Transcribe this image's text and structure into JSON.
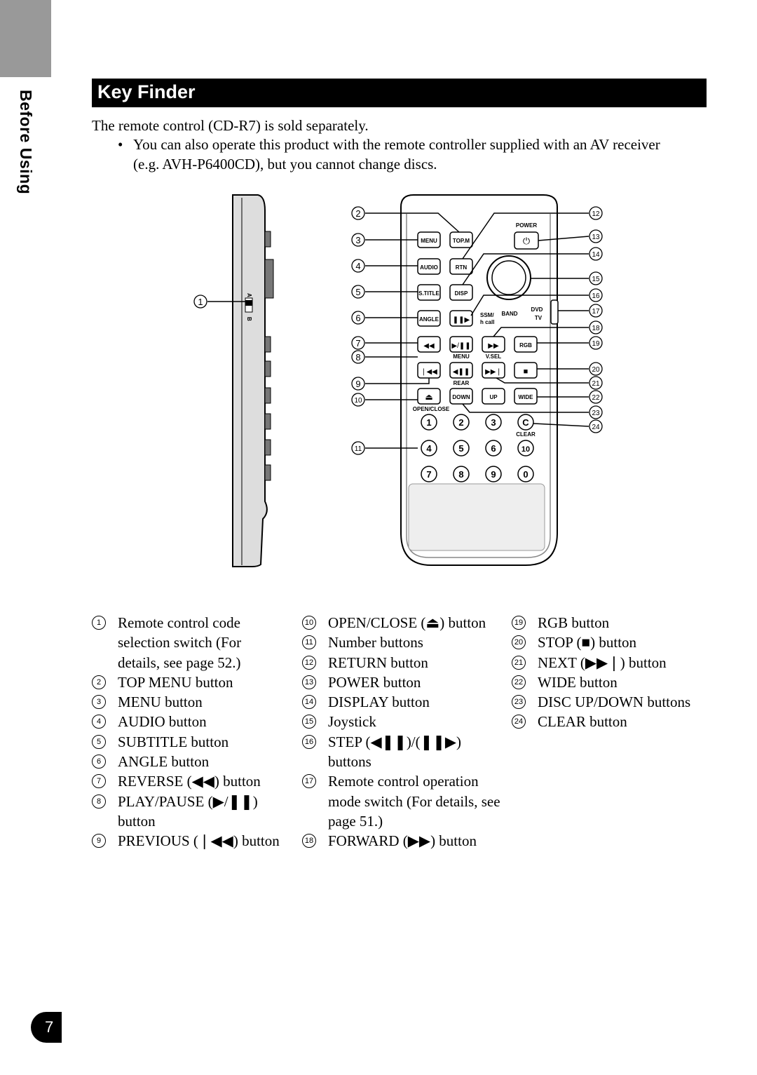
{
  "section_tab": "Before Using",
  "title": "Key Finder",
  "intro": "The remote control (CD-R7) is sold separately.",
  "bullet": "You can also operate this product with the remote controller supplied with an AV receiver (e.g. AVH-P6400CD), but you cannot change discs.",
  "page_number": "7",
  "callout_numbers": [
    "1",
    "2",
    "3",
    "4",
    "5",
    "6",
    "7",
    "8",
    "9",
    "10",
    "11",
    "12",
    "13",
    "14",
    "15",
    "16",
    "17",
    "18",
    "19",
    "20",
    "21",
    "22",
    "23",
    "24"
  ],
  "remote_labels": {
    "power": "POWER",
    "menu": "MENU",
    "topm": "TOP.M",
    "audio": "AUDIO",
    "rtn": "RTN",
    "stitle": "S.TITLE",
    "disp": "DISP",
    "angle": "ANGLE",
    "ssm": "SSM/",
    "hcall": "h call",
    "band": "BAND",
    "dvd": "DVD",
    "tv": "TV",
    "rgb": "RGB",
    "menu2": "MENU",
    "vsel": "V.SEL",
    "rear": "REAR",
    "down": "DOWN",
    "up": "UP",
    "wide": "WIDE",
    "openclose": "OPEN/CLOSE",
    "clear": "CLEAR",
    "c": "C",
    "a": "A",
    "b": "B",
    "digits": [
      "1",
      "2",
      "3",
      "4",
      "5",
      "6",
      "7",
      "8",
      "9",
      "0",
      "10"
    ]
  },
  "items": [
    {
      "n": "1",
      "text": "Remote control code selection switch (For details, see page 52.)"
    },
    {
      "n": "2",
      "text": "TOP MENU button"
    },
    {
      "n": "3",
      "text": "MENU button"
    },
    {
      "n": "4",
      "text": "AUDIO button"
    },
    {
      "n": "5",
      "text": "SUBTITLE button"
    },
    {
      "n": "6",
      "text": "ANGLE button"
    },
    {
      "n": "7",
      "text": "REVERSE (◀◀) button"
    },
    {
      "n": "8",
      "text": "PLAY/PAUSE (▶/❚❚) button"
    },
    {
      "n": "9",
      "text": "PREVIOUS (❘◀◀) button"
    },
    {
      "n": "10",
      "text": "OPEN/CLOSE (⏏) button"
    },
    {
      "n": "11",
      "text": "Number buttons"
    },
    {
      "n": "12",
      "text": "RETURN button"
    },
    {
      "n": "13",
      "text": "POWER button"
    },
    {
      "n": "14",
      "text": "DISPLAY button"
    },
    {
      "n": "15",
      "text": "Joystick"
    },
    {
      "n": "16",
      "text": "STEP (◀❚❚)/(❚❚▶) buttons"
    },
    {
      "n": "17",
      "text": "Remote control operation mode switch (For details, see page 51.)"
    },
    {
      "n": "18",
      "text": "FORWARD (▶▶) button"
    },
    {
      "n": "19",
      "text": "RGB button"
    },
    {
      "n": "20",
      "text": "STOP (■) button"
    },
    {
      "n": "21",
      "text": "NEXT (▶▶❘) button"
    },
    {
      "n": "22",
      "text": "WIDE button"
    },
    {
      "n": "23",
      "text": "DISC UP/DOWN buttons"
    },
    {
      "n": "24",
      "text": "CLEAR button"
    }
  ]
}
